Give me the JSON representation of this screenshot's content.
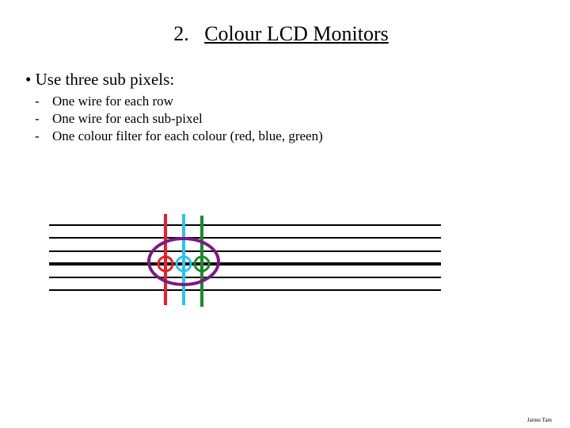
{
  "slide": {
    "title_number": "2.",
    "title_text": "Colour LCD Monitors",
    "bullet": "• Use three sub pixels:",
    "sub_points": [
      "One wire for each row",
      "One wire for each sub-pixel",
      "One colour filter for each colour (red, blue, green)"
    ],
    "author": "James Tam"
  },
  "diagram": {
    "colors": {
      "row_wire": "#000000",
      "red": "#ee1c24",
      "blue": "#27c4f0",
      "green": "#1b8a2a",
      "pixel_outline": "#7b1a82"
    }
  }
}
